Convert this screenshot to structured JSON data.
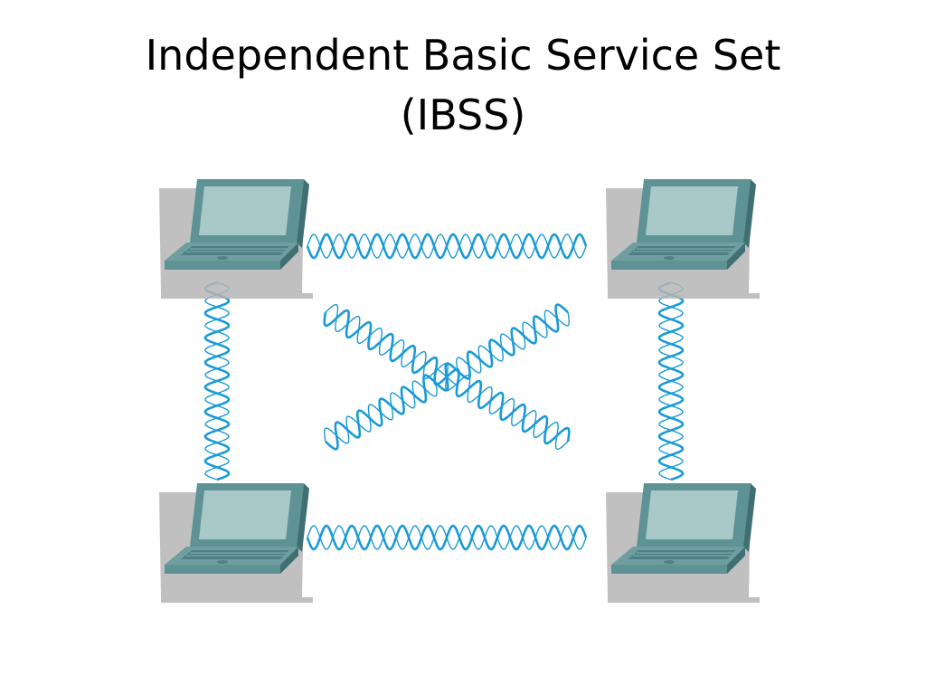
{
  "slide": {
    "title_line1": "Independent Basic Service Set",
    "title_line2": "(IBSS)"
  },
  "diagram": {
    "nodes": [
      {
        "id": "laptop-top-left",
        "icon": "laptop-icon"
      },
      {
        "id": "laptop-top-right",
        "icon": "laptop-icon"
      },
      {
        "id": "laptop-bottom-left",
        "icon": "laptop-icon"
      },
      {
        "id": "laptop-bottom-right",
        "icon": "laptop-icon"
      }
    ],
    "links": [
      {
        "from": "laptop-top-left",
        "to": "laptop-top-right",
        "icon": "wireless-link-icon"
      },
      {
        "from": "laptop-bottom-left",
        "to": "laptop-bottom-right",
        "icon": "wireless-link-icon"
      },
      {
        "from": "laptop-top-left",
        "to": "laptop-bottom-left",
        "icon": "wireless-link-icon"
      },
      {
        "from": "laptop-top-right",
        "to": "laptop-bottom-right",
        "icon": "wireless-link-icon"
      },
      {
        "from": "laptop-top-left",
        "to": "laptop-bottom-right",
        "icon": "wireless-link-icon"
      },
      {
        "from": "laptop-top-right",
        "to": "laptop-bottom-left",
        "icon": "wireless-link-icon"
      }
    ],
    "colors": {
      "wave": "#1a9ad6",
      "laptop_body": "#5f9294",
      "laptop_dark": "#3f6f72",
      "laptop_screen": "#a9c9c9",
      "laptop_shadow": "#b5b5b5"
    }
  }
}
